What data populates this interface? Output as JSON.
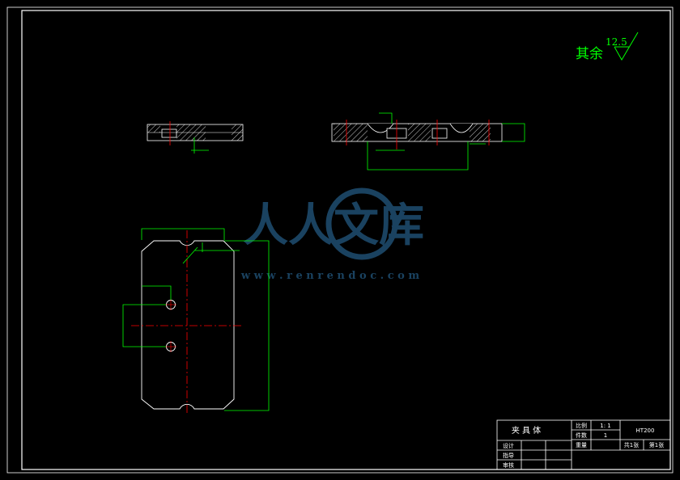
{
  "colors": {
    "background": "#000000",
    "outline": "#ffffff",
    "dimension": "#00ff00",
    "centerline": "#ff0000",
    "hatch": "#ffffff",
    "watermark": "#1d4a6b",
    "roughness": "#00ff00"
  },
  "roughness_note": {
    "prefix": "其余",
    "value": "12.5"
  },
  "watermark": {
    "brand": "人人文库",
    "url": "w w w . r e n r e n d o c . c o m"
  },
  "title_block": {
    "part_name": "夹 具 体",
    "scale_label": "比例",
    "scale_value": "1: 1",
    "quantity_label": "件数",
    "quantity_value": "1",
    "weight_label": "重量",
    "material": "HT200",
    "sheets_total": "共1张",
    "sheet_no": "第1张",
    "designer_label": "设计",
    "guide_label": "指导",
    "reviewer_label": "审核"
  }
}
